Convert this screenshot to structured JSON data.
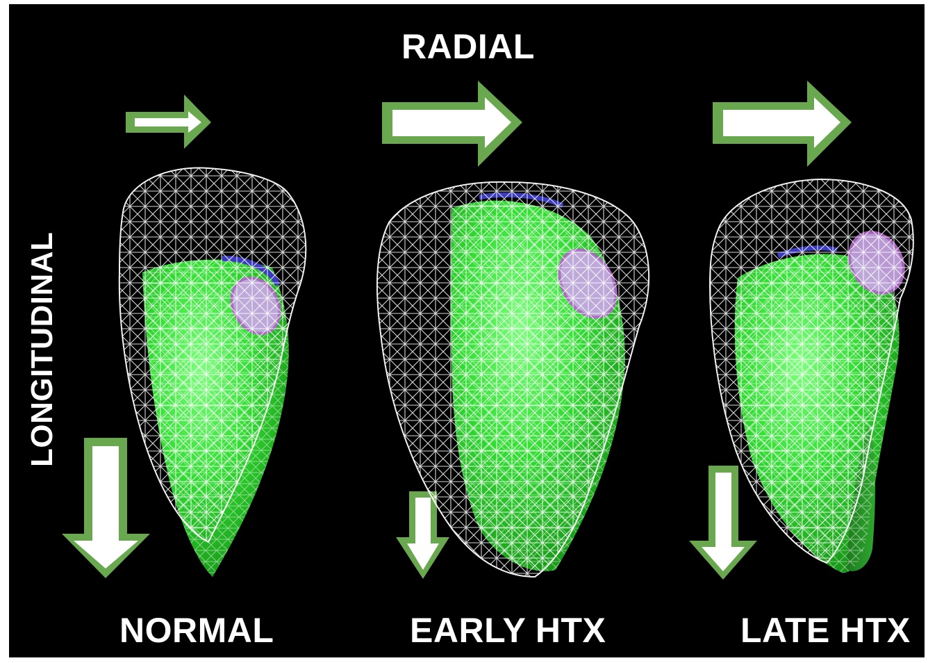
{
  "labels": {
    "radial": "RADIAL",
    "longitudinal": "LONGITUDINAL",
    "normal": "NORMAL",
    "early_htx": "EARLY HTX",
    "late_htx": "LATE HTX"
  },
  "colors": {
    "background": "#000000",
    "arrow_outline": "#6aa84f",
    "arrow_fill": "#ffffff",
    "myocardium": "#33dd33",
    "wireframe": "#ffffff",
    "valve": "#c9a6e6",
    "valve_rim": "#3b3bbf"
  },
  "icons": {
    "radial_arrow": "right-arrow-icon",
    "longitudinal_arrow": "down-arrow-icon"
  },
  "hearts": [
    "normal",
    "early-htx",
    "late-htx"
  ]
}
